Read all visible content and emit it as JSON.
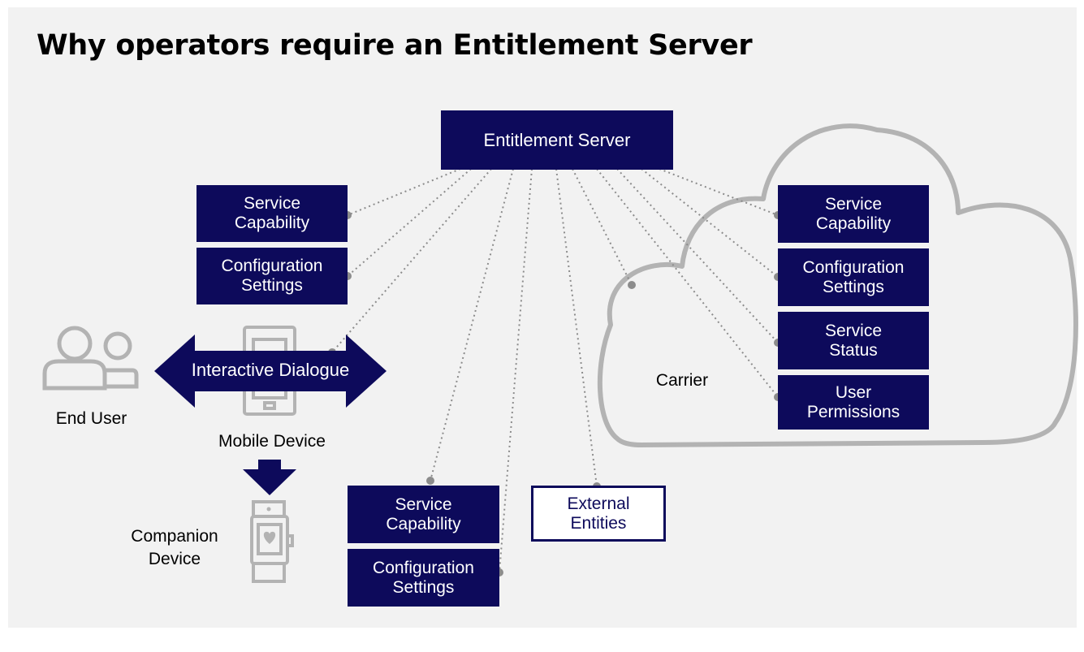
{
  "title": "Why operators require an Entitlement Server",
  "server": {
    "label": "Entitlement Server"
  },
  "device_boxes": {
    "service_capability": [
      "Service",
      "Capability"
    ],
    "configuration_settings": [
      "Configuration",
      "Settings"
    ]
  },
  "carrier_boxes": {
    "service_capability": [
      "Service",
      "Capability"
    ],
    "configuration_settings": [
      "Configuration",
      "Settings"
    ],
    "service_status": [
      "Service",
      "Status"
    ],
    "user_permissions": [
      "User",
      "Permissions"
    ]
  },
  "companion_boxes": {
    "service_capability": [
      "Service",
      "Capability"
    ],
    "configuration_settings": [
      "Configuration",
      "Settings"
    ]
  },
  "external_entities": [
    "External",
    "Entities"
  ],
  "interactive_dialogue": "Interactive Dialogue",
  "labels": {
    "end_user": "End User",
    "mobile_device": "Mobile Device",
    "companion_device": [
      "Companion",
      "Device"
    ],
    "carrier": "Carrier"
  },
  "colors": {
    "navy": "#0d0a5b",
    "gray": "#b3b3b3",
    "dots": "#8c8c8c",
    "background": "#f2f2f2"
  }
}
